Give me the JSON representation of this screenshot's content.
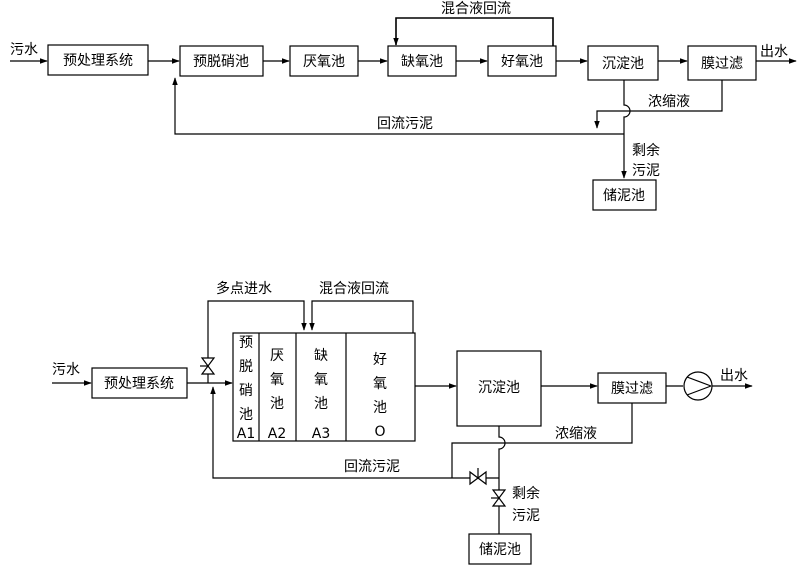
{
  "diagram1": {
    "inlet": "污水",
    "pretreatment": "预处理系统",
    "pre_denitrification": "预脱硝池",
    "anaerobic": "厌氧池",
    "anoxic": "缺氧池",
    "aerobic": "好氧池",
    "sedimentation": "沉淀池",
    "membrane": "膜过滤",
    "outlet": "出水",
    "mixed_reflux": "混合液回流",
    "concentrate": "浓缩液",
    "return_sludge": "回流污泥",
    "excess_sludge_1": "剩余",
    "excess_sludge_2": "污泥",
    "sludge_tank": "储泥池"
  },
  "diagram2": {
    "inlet": "污水",
    "pretreatment": "预处理系统",
    "multipoint_feed": "多点进水",
    "mixed_reflux": "混合液回流",
    "zone_a1": [
      "预",
      "脱",
      "硝",
      "池"
    ],
    "zone_a1_code": "A1",
    "zone_a2": [
      "厌",
      "氧",
      "池"
    ],
    "zone_a2_code": "A2",
    "zone_a3": [
      "缺",
      "氧",
      "池"
    ],
    "zone_a3_code": "A3",
    "zone_o": [
      "好",
      "氧",
      "池"
    ],
    "zone_o_code": "O",
    "sedimentation": "沉淀池",
    "membrane": "膜过滤",
    "outlet": "出水",
    "concentrate": "浓缩液",
    "return_sludge": "回流污泥",
    "excess_sludge_1": "剩余",
    "excess_sludge_2": "污泥",
    "sludge_tank": "储泥池"
  }
}
